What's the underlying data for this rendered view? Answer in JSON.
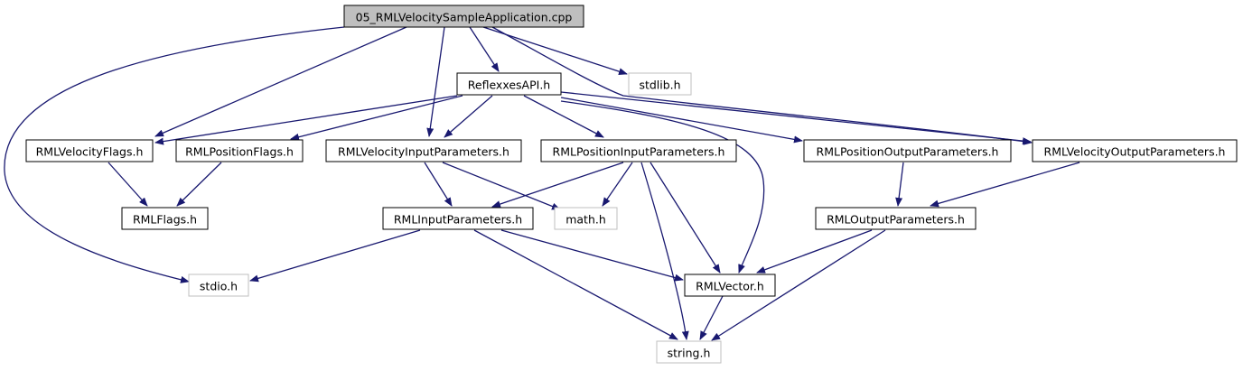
{
  "colors": {
    "edge": "#191970",
    "root_fill": "#bfbfbf",
    "node_fill": "#ffffff",
    "node_border": "#000000",
    "external_border": "#bfbfbf"
  },
  "nodes": {
    "root": {
      "label": "05_RMLVelocitySampleApplication.cpp"
    },
    "reflexxes": {
      "label": "ReflexxesAPI.h"
    },
    "stdlib": {
      "label": "stdlib.h"
    },
    "velflags": {
      "label": "RMLVelocityFlags.h"
    },
    "posflags": {
      "label": "RMLPositionFlags.h"
    },
    "velinput": {
      "label": "RMLVelocityInputParameters.h"
    },
    "posinput": {
      "label": "RMLPositionInputParameters.h"
    },
    "posoutput": {
      "label": "RMLPositionOutputParameters.h"
    },
    "veloutput": {
      "label": "RMLVelocityOutputParameters.h"
    },
    "flags": {
      "label": "RMLFlags.h"
    },
    "inputparams": {
      "label": "RMLInputParameters.h"
    },
    "math": {
      "label": "math.h"
    },
    "outputparams": {
      "label": "RMLOutputParameters.h"
    },
    "stdio": {
      "label": "stdio.h"
    },
    "vector": {
      "label": "RMLVector.h"
    },
    "string": {
      "label": "string.h"
    }
  }
}
